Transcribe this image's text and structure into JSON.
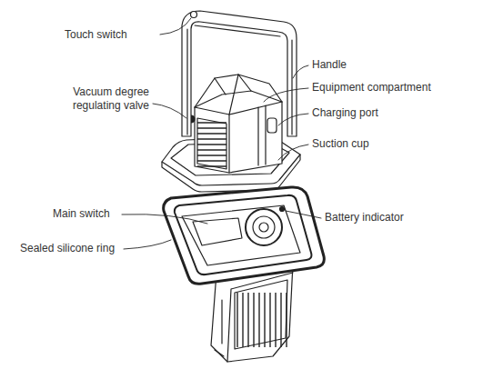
{
  "diagram": {
    "labels": [
      "Touch switch",
      "Handle",
      "Vacuum degree regulating valve",
      "Equipment compartment",
      "Charging port",
      "Suction cup",
      "Main switch",
      "Battery indicator",
      "Sealed silicone ring"
    ]
  }
}
